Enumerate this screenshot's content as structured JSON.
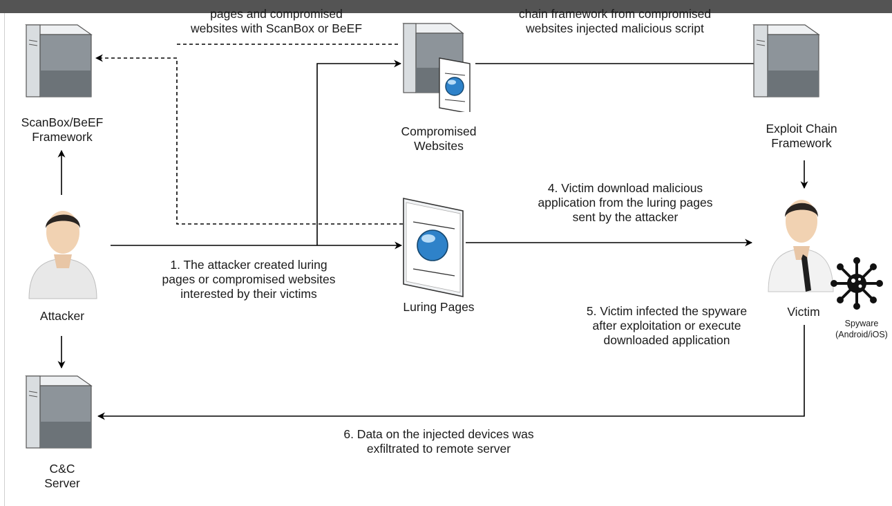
{
  "nodes": {
    "scanbox": {
      "line1": "ScanBox/BeEF",
      "line2": "Framework"
    },
    "compromised": {
      "line1": "Compromised",
      "line2": "Websites"
    },
    "exploit": {
      "line1": "Exploit Chain",
      "line2": "Framework"
    },
    "attacker": {
      "label": "Attacker"
    },
    "luring": {
      "label": "Luring Pages"
    },
    "victim": {
      "label": "Victim"
    },
    "spyware": {
      "line1": "Spyware",
      "line2": "(Android/iOS)"
    },
    "cnc": {
      "line1": "C&C",
      "line2": "Server"
    }
  },
  "steps": {
    "step2": {
      "line1": "pages and compromised",
      "line2": "websites with ScanBox or BeEF"
    },
    "step3": {
      "line1": "chain framework from compromised",
      "line2": "websites injected malicious script"
    },
    "step1": {
      "line1": "1. The attacker created luring",
      "line2": "pages or compromised websites",
      "line3": "interested by their victims"
    },
    "step4": {
      "line1": "4. Victim download malicious",
      "line2": "application from the luring pages",
      "line3": "sent by the attacker"
    },
    "step5": {
      "line1": "5. Victim infected the spyware",
      "line2": "after exploitation or execute",
      "line3": "downloaded application"
    },
    "step6": {
      "line1": "6. Data on the injected devices was",
      "line2": "exfiltrated to remote server"
    }
  }
}
